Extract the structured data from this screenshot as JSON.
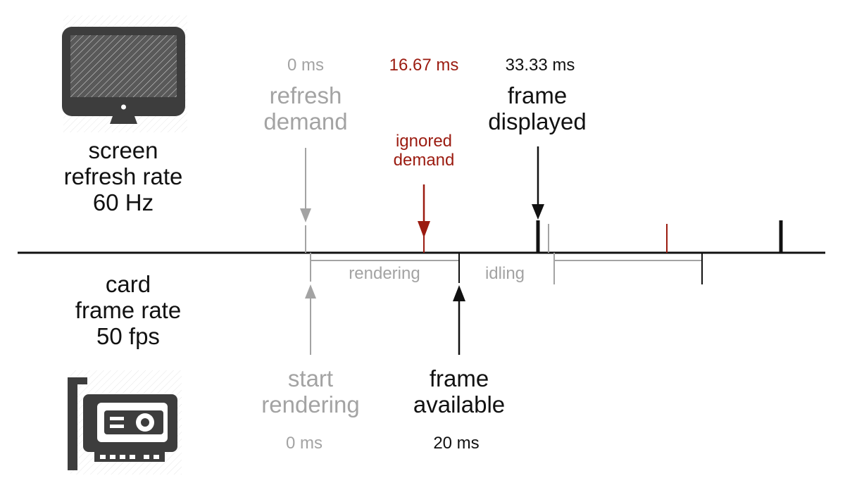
{
  "screen": {
    "label_line1": "screen",
    "label_line2": "refresh rate",
    "label_line3": "60 Hz",
    "icon": "monitor-icon"
  },
  "card": {
    "label_line1": "card",
    "label_line2": "frame rate",
    "label_line3": "50 fps",
    "icon": "graphics-card-icon"
  },
  "events_top": {
    "refresh_demand": {
      "time": "0 ms",
      "line1": "refresh",
      "line2": "demand"
    },
    "ignored_demand": {
      "time": "16.67 ms",
      "line1": "ignored",
      "line2": "demand"
    },
    "frame_displayed": {
      "time": "33.33 ms",
      "line1": "frame",
      "line2": "displayed"
    }
  },
  "events_bottom": {
    "start_rendering": {
      "line1": "start",
      "line2": "rendering",
      "time": "0 ms"
    },
    "frame_available": {
      "line1": "frame",
      "line2": "available",
      "time": "20 ms"
    }
  },
  "intervals": {
    "rendering": "rendering",
    "idling": "idling"
  },
  "colors": {
    "timeline": "#111111",
    "muted": "#a3a3a3",
    "ignored": "#9b1b10",
    "icon": "#3d3d3d"
  }
}
